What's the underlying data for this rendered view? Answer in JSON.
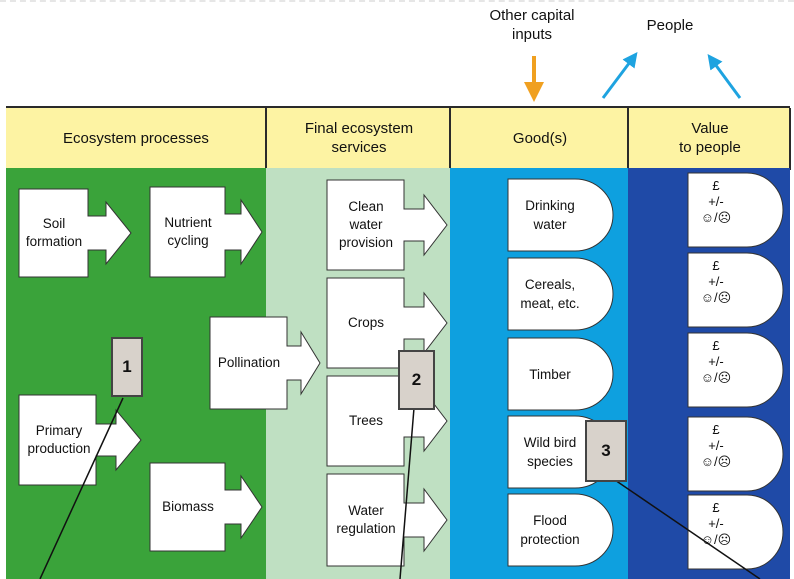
{
  "top": {
    "other_inputs": "Other capital\ninputs",
    "people": "People"
  },
  "headers": {
    "ecosystem_processes": "Ecosystem processes",
    "final_services": "Final ecosystem\nservices",
    "goods": "Good(s)",
    "value": "Value\nto people"
  },
  "processes": {
    "soil_formation": "Soil\nformation",
    "nutrient_cycling": "Nutrient\ncycling",
    "pollination": "Pollination",
    "primary_production": "Primary\nproduction",
    "biomass": "Biomass"
  },
  "services": {
    "clean_water": "Clean\nwater\nprovision",
    "crops": "Crops",
    "trees": "Trees",
    "water_regulation": "Water\nregulation"
  },
  "goods": [
    {
      "label": "Drinking\nwater"
    },
    {
      "label": "Cereals,\nmeat, etc."
    },
    {
      "label": "Timber"
    },
    {
      "label": "Wild bird\nspecies"
    },
    {
      "label": "Flood\nprotection"
    }
  ],
  "value": {
    "pound": "£",
    "plus_minus": "+/-",
    "faces": "☺/☹"
  },
  "markers": {
    "one": "1",
    "two": "2",
    "three": "3"
  },
  "colors": {
    "header_yellow": "#fdf3a3",
    "green": "#3aa33a",
    "light_green": "#bfe0c2",
    "blue": "#0ea0df",
    "dark_blue": "#1f4aa7",
    "orange_arrow": "#f0a020",
    "cyan_arrow": "#1ea3e0"
  }
}
